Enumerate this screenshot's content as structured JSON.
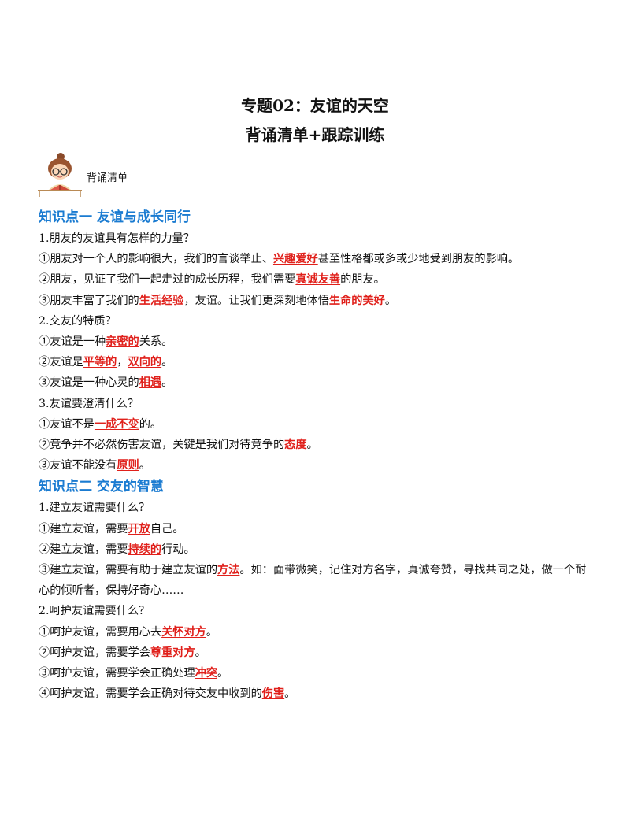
{
  "title": "专题02：友谊的天空",
  "subtitle": "背诵清单+跟踪训练",
  "badge_label": "背诵清单",
  "sections": [
    {
      "heading": "知识点一  友谊与成长同行",
      "questions": [
        {
          "q": "1.朋友的友谊具有怎样的力量？",
          "lines": [
            [
              "①朋友对一个人的影响很大，我们的言谈举止、",
              "兴趣爱好",
              "甚至性格都或多或少地受到朋友的影响。"
            ],
            [
              "②朋友，见证了我们一起走过的成长历程，我们需要",
              "真诚友善",
              "的朋友。"
            ],
            [
              "③朋友丰富了我们的",
              "生活经验",
              "，友谊。让我们更深刻地体悟",
              "生命的美好",
              "。"
            ]
          ]
        },
        {
          "q": "2.交友的特质？",
          "lines": [
            [
              "①友谊是一种",
              "亲密的",
              "关系。"
            ],
            [
              "②友谊是",
              "平等的",
              "，",
              "双向的",
              "。"
            ],
            [
              "③友谊是一种心灵的",
              "相遇",
              "。"
            ]
          ]
        },
        {
          "q": "3.友谊要澄清什么？",
          "lines": [
            [
              "①友谊不是",
              "一成不变",
              "的。"
            ],
            [
              "②竞争并不必然伤害友谊，关键是我们对待竞争的",
              "态度",
              "。"
            ],
            [
              "③友谊不能没有",
              "原则",
              "。"
            ]
          ]
        }
      ]
    },
    {
      "heading": "知识点二  交友的智慧",
      "questions": [
        {
          "q": "1.建立友谊需要什么？",
          "lines": [
            [
              "①建立友谊，需要",
              "开放",
              "自己。"
            ],
            [
              "②建立友谊，需要",
              "持续的",
              "行动。"
            ],
            [
              "③建立友谊，需要有助于建立友谊的",
              "方法",
              "。如：面带微笑，记住对方名字，真诚夸赞，寻找共同之处，做一个耐心的倾听者，保持好奇心……"
            ]
          ]
        },
        {
          "q": "2.呵护友谊需要什么？",
          "lines": [
            [
              "①呵护友谊，需要用心去",
              "关怀对方",
              "。"
            ],
            [
              "②呵护友谊，需要学会",
              "尊重对方",
              "。"
            ],
            [
              "③呵护友谊，需要学会正确处理",
              "冲突",
              "。"
            ],
            [
              "④呵护友谊，需要学会正确对待交友中收到的",
              "伤害",
              "。"
            ]
          ]
        }
      ]
    }
  ]
}
